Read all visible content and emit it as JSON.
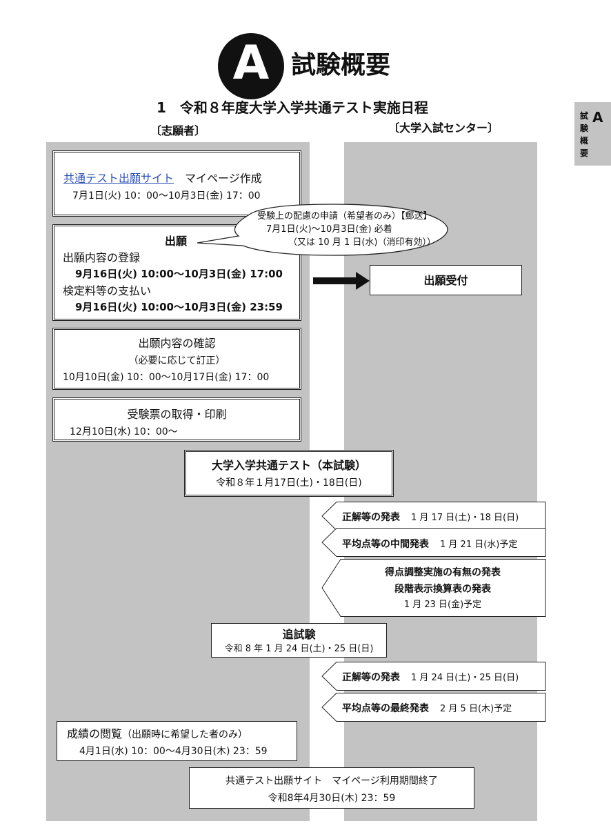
{
  "header": {
    "badge_letter": "A",
    "title": "試験概要",
    "subtitle": "1　令和８年度大学入学共通テスト実施日程"
  },
  "side_tab": {
    "letter": "A",
    "chars": [
      "試",
      "験",
      "概",
      "要"
    ]
  },
  "lanes": {
    "applicant_label": "〔志願者〕",
    "center_label": "〔大学入試センター〕"
  },
  "flow": {
    "mypage": {
      "link": "共通テスト出願サイト",
      "label": "マイページ作成",
      "period": "7月1日(火) 10：00〜10月3日(金) 17：00"
    },
    "special_request": {
      "line1": "受験上の配慮の申請（希望者のみ）【郵送】",
      "line2": "7月1日(火)〜10月3日(金) 必着",
      "line3": "（又は 10 月 1 日(水)（消印有効））"
    },
    "application": {
      "title": "出願",
      "step1": "出願内容の登録",
      "step1_period": "9月16日(火) 10:00〜10月3日(金) 17:00",
      "step2": "検定料等の支払い",
      "step2_period": "9月16日(火) 10:00〜10月3日(金) 23:59"
    },
    "reception": "出願受付",
    "confirm": {
      "title": "出願内容の確認",
      "note": "（必要に応じて訂正）",
      "period": "10月10日(金) 10：00〜10月17日(金) 17：00"
    },
    "ticket": {
      "title": "受験票の取得・印刷",
      "period": "12月10日(水) 10：00〜"
    },
    "main_test": {
      "title": "大学入学共通テスト（本試験）",
      "date": "令和８年１月17日(土)・18日(日)"
    },
    "announce1": {
      "label": "正解等の発表",
      "date": "1 月 17 日(土)・18 日(日)"
    },
    "announce2": {
      "label": "平均点等の中間発表",
      "date": "1 月 21 日(水)予定"
    },
    "announce3": {
      "line1": "得点調整実施の有無の発表",
      "line2": "段階表示換算表の発表",
      "date": "1 月 23 日(金)予定"
    },
    "makeup_test": {
      "title": "追試験",
      "date": "令和 8 年 1 月 24 日(土)・25 日(日)"
    },
    "announce4": {
      "label": "正解等の発表",
      "date": "1 月 24 日(土)・25 日(日)"
    },
    "announce5": {
      "label": "平均点等の最終発表",
      "date": "2 月 5 日(木)予定"
    },
    "results": {
      "title": "成績の閲覧",
      "note": "（出願時に希望した者のみ）",
      "period": "4月1日(水) 10：00〜4月30日(木) 23：59"
    },
    "mypage_end": {
      "title": "共通テスト出願サイト　マイページ利用期間終了",
      "date": "令和8年4月30日(木) 23：59"
    }
  },
  "colors": {
    "lane_gray": "#c3c3c3",
    "link_blue": "#2b4fb5",
    "ink": "#111111"
  }
}
